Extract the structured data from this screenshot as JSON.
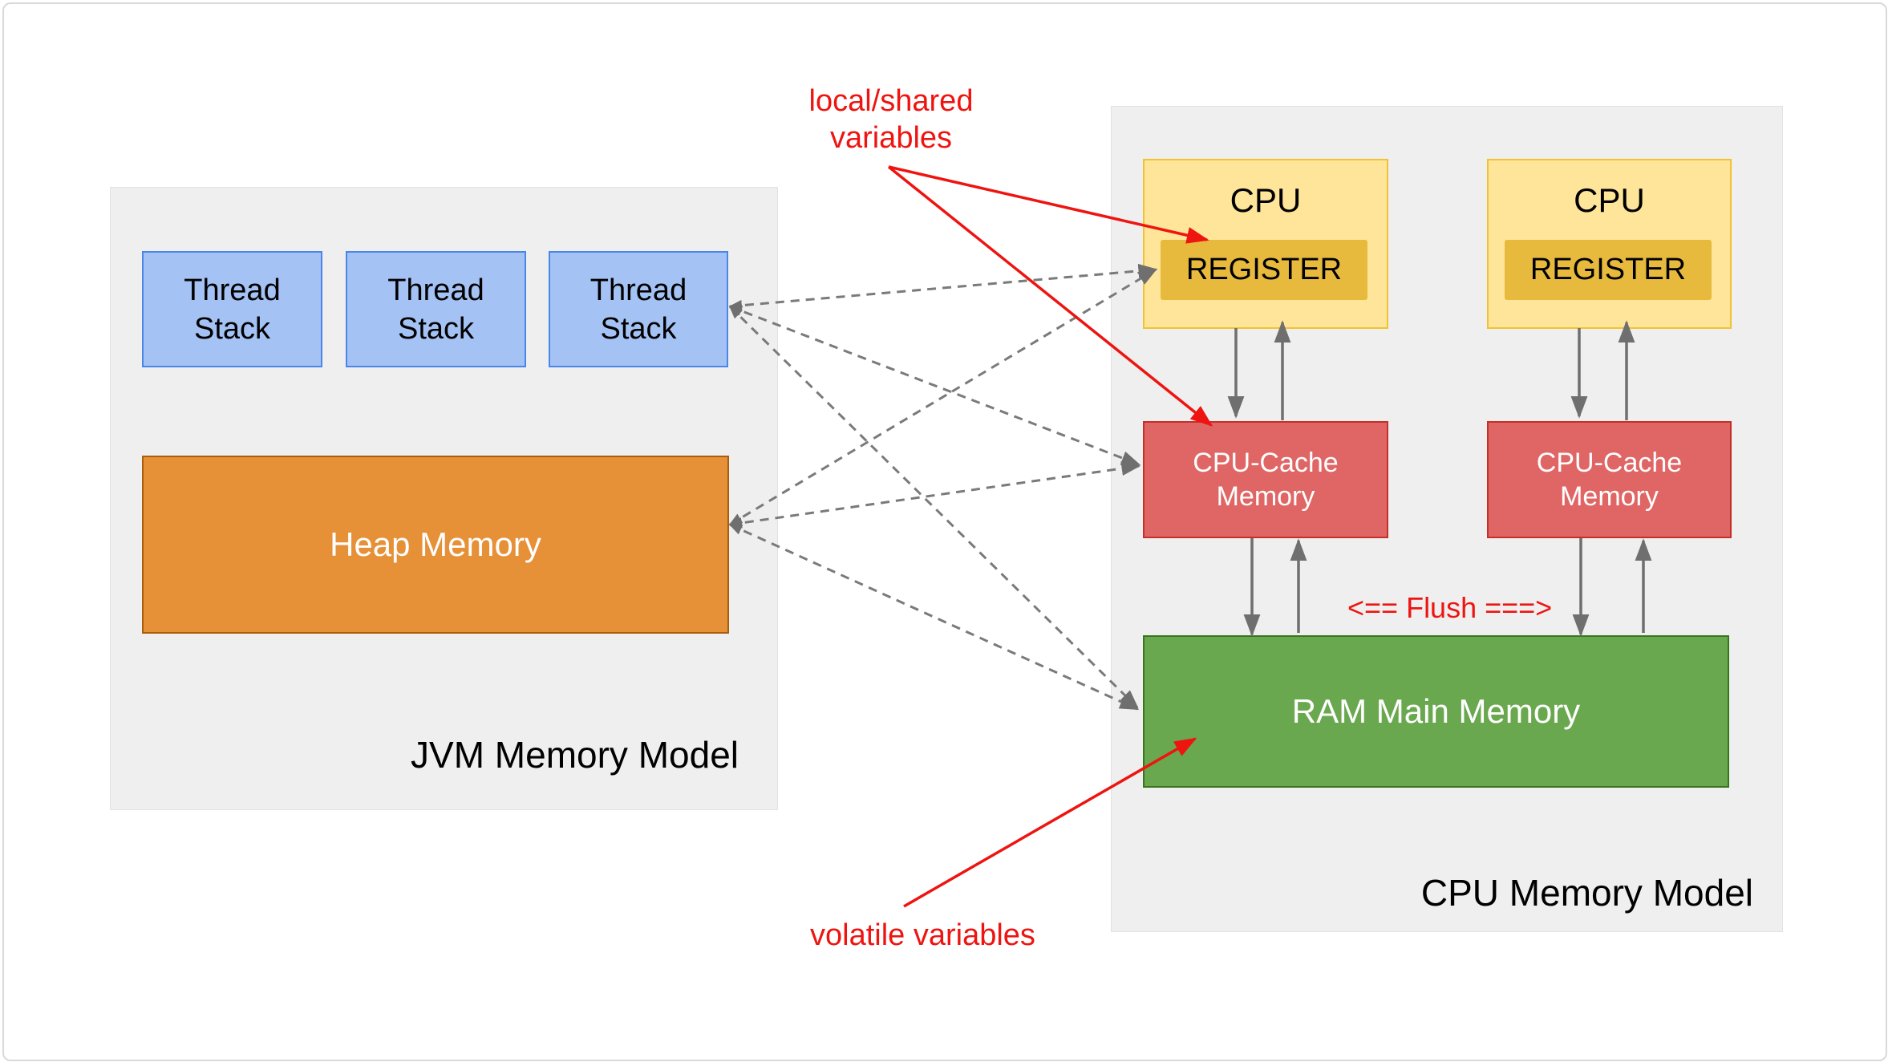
{
  "jvm": {
    "title": "JVM Memory Model",
    "thread_stacks": [
      "Thread Stack",
      "Thread Stack",
      "Thread Stack"
    ],
    "heap_label": "Heap Memory"
  },
  "cpu_model": {
    "title": "CPU Memory Model",
    "cpus": [
      {
        "label": "CPU",
        "register_label": "REGISTER"
      },
      {
        "label": "CPU",
        "register_label": "REGISTER"
      }
    ],
    "caches": [
      "CPU-Cache Memory",
      "CPU-Cache Memory"
    ],
    "ram_label": "RAM Main Memory"
  },
  "annotations": {
    "local_shared_label": "local/shared variables",
    "volatile_label": "volatile variables",
    "flush_label": "<== Flush ===>"
  },
  "colors": {
    "page_border": "#d9d9d9",
    "container_fill": "#efefef",
    "thread_fill": "#a4c2f4",
    "thread_border": "#4a86e8",
    "heap_fill": "#e69138",
    "heap_border": "#a85e0c",
    "cpu_fill": "#ffe599",
    "cpu_border": "#f1c232",
    "register_fill": "#e7ba3e",
    "cache_fill": "#e06666",
    "cache_border": "#c43028",
    "ram_fill": "#6aa84f",
    "ram_border": "#38761d",
    "arrow_gray": "#6f6f6f",
    "annotation_red": "#ee1410"
  }
}
